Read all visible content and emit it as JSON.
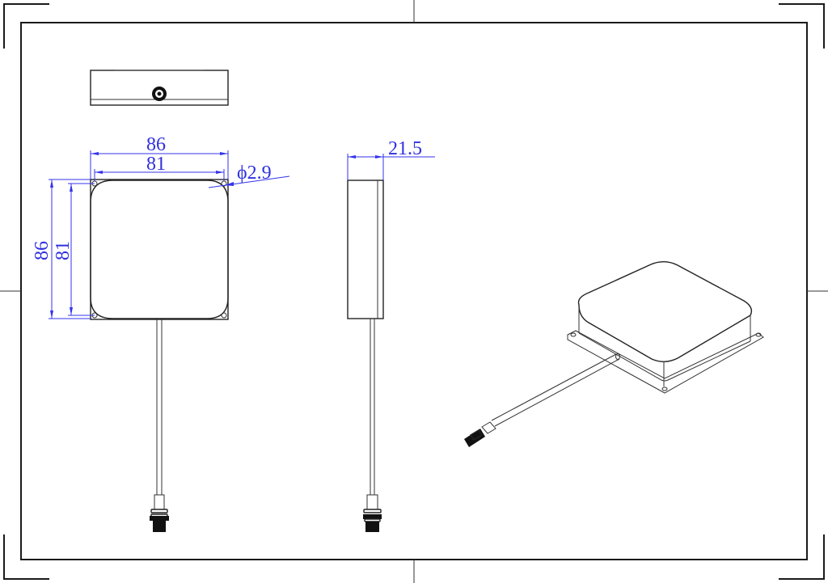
{
  "drawing": {
    "type": "technical-drawing",
    "subject": "Square patch antenna with cable and SMA connector",
    "views": [
      "top-view",
      "front-view",
      "side-view",
      "isometric-view"
    ],
    "colors": {
      "line": "#222222",
      "dimension": "#3333ee",
      "frame": "#1a1a1a",
      "background": "#ffffff"
    }
  },
  "dimensions": {
    "overall_width": "86",
    "body_width": "81",
    "hole_diameter": "ϕ2.9",
    "overall_height": "86",
    "body_height": "81",
    "thickness": "21.5"
  }
}
